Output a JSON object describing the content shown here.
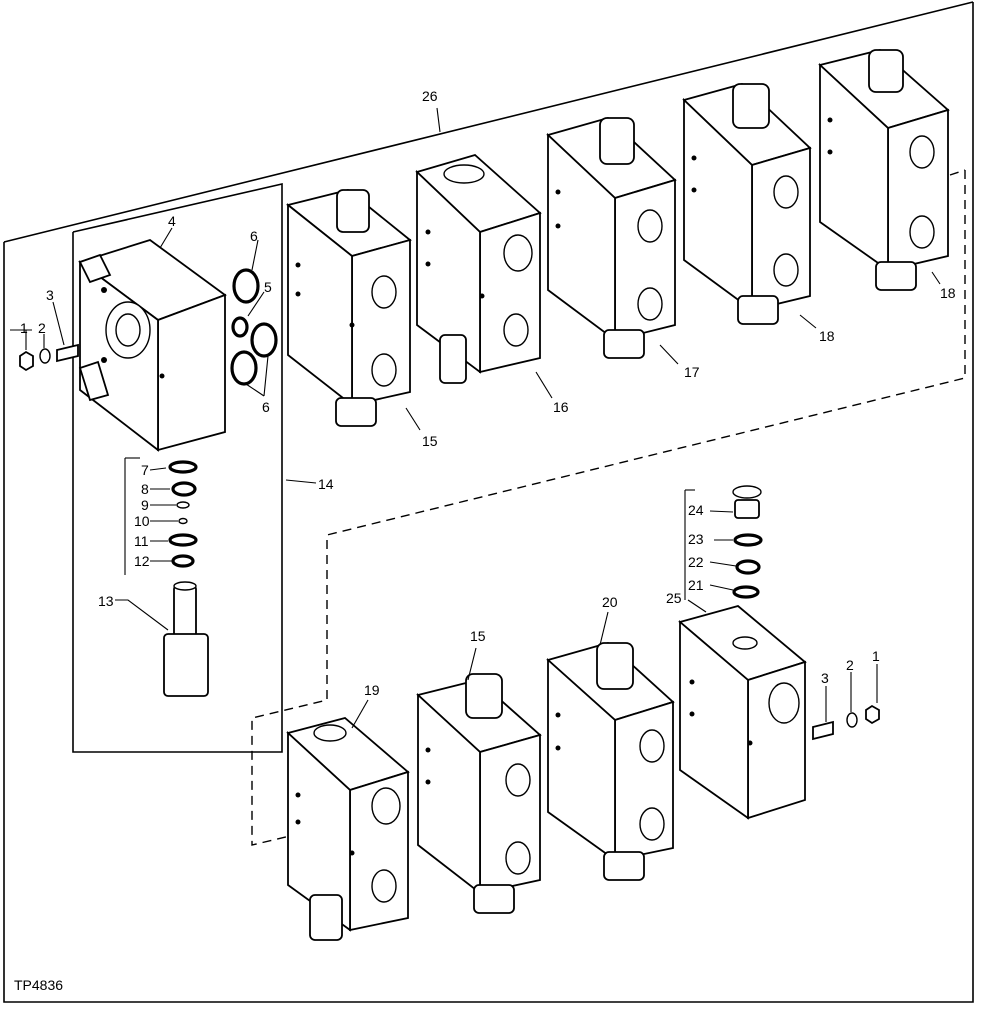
{
  "figure_id": "TP4836",
  "callouts": {
    "c1a": "1",
    "c2a": "2",
    "c3a": "3",
    "c4": "4",
    "c5": "5",
    "c6a": "6",
    "c6b": "6",
    "c7": "7",
    "c8": "8",
    "c9": "9",
    "c10": "10",
    "c11": "11",
    "c12": "12",
    "c13": "13",
    "c14": "14",
    "c15a": "15",
    "c16": "16",
    "c17": "17",
    "c18a": "18",
    "c18b": "18",
    "c26": "26",
    "c24": "24",
    "c23": "23",
    "c22": "22",
    "c21": "21",
    "c25": "25",
    "c20": "20",
    "c15b": "15",
    "c19": "19",
    "c3b": "3",
    "c2b": "2",
    "c1b": "1"
  }
}
